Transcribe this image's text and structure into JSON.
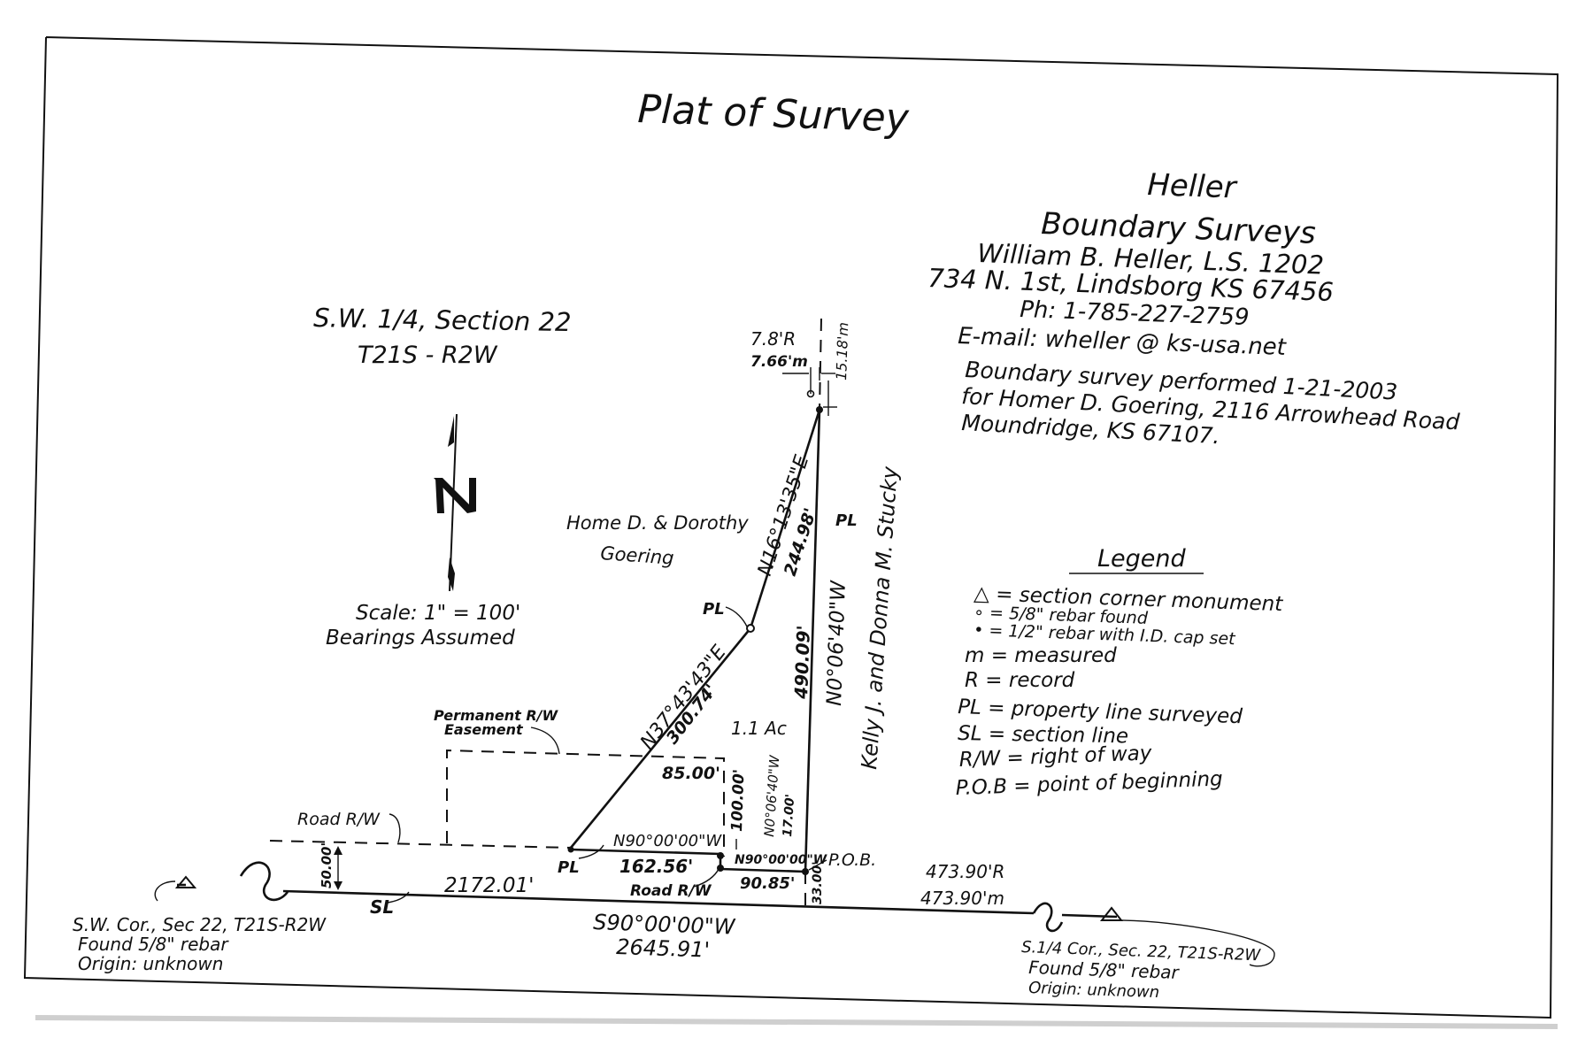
{
  "title": "Plat of Survey",
  "company": {
    "name_line1": "Heller",
    "name_line2": "Boundary Surveys",
    "surveyor": "William B. Heller, L.S. 1202",
    "address": "734 N. 1st, Lindsborg KS 67456",
    "phone": "Ph: 1-785-227-2759",
    "email": "E-mail: wheller @ ks-usa.net"
  },
  "survey_note": {
    "line1": "Boundary survey performed 1-21-2003",
    "line2": "for Homer D. Goering, 2116 Arrowhead Road",
    "line3": "Moundridge, KS 67107."
  },
  "location": {
    "line1": "S.W. 1/4, Section 22",
    "line2": "T21S - R2W"
  },
  "scale": {
    "line1": "Scale: 1\" = 100'",
    "line2": "Bearings Assumed"
  },
  "legend": {
    "title": "Legend",
    "items": [
      "△ = section corner monument",
      "∘ = 5/8\" rebar found",
      "• = 1/2\" rebar with I.D. cap set",
      "m = measured",
      "R = record",
      "PL = property line surveyed",
      "SL = section line",
      "R/W = right of way",
      "P.O.B = point of beginning"
    ]
  },
  "owners": {
    "west_line1": "Home D. & Dorothy",
    "west_line2": "Goering",
    "east": "Kelly J. and Donna M. Stucky"
  },
  "labels": {
    "area": "1.1 Ac",
    "permanent_rw": "Permanent R/W",
    "easement": "Easement",
    "road_rw_left": "Road R/W",
    "road_rw_bottom": "Road R/W",
    "pob": "P.O.B.",
    "pl": "PL",
    "sl": "SL",
    "sw_corner_line1": "S.W. Cor., Sec 22, T21S-R2W",
    "sw_corner_line2": "Found 5/8\" rebar",
    "sw_corner_line3": "Origin: unknown",
    "s_quarter_line1": "S.1/4 Cor., Sec. 22, T21S-R2W",
    "s_quarter_line2": "Found 5/8\" rebar",
    "s_quarter_line3": "Origin: unknown"
  },
  "dimensions": {
    "nw_bearing": "N16°13'35\"E",
    "nw_distance": "244.98'",
    "sw_bearing": "N37°43'43\"E",
    "sw_distance": "300.74'",
    "east_bearing": "N0°06'40\"W",
    "east_distance": "490.09'",
    "south_bearing": "N90°00'00\"W",
    "south_distance": "162.56'",
    "jog_bearing": "N90°00'00\"W",
    "jog_distance": "90.85'",
    "jog_north_bearing": "N0°06'40\"W",
    "jog_north_distance": "17.00'",
    "easement_width": "85.00'",
    "easement_height": "100.00'",
    "road_width": "50.00'",
    "road_half_width": "33.00'",
    "section_west": "2172.01'",
    "section_bearing": "S90°00'00\"W",
    "section_total": "2645.91'",
    "east_record": "473.90'R",
    "east_measured": "473.90'm",
    "top_record": "7.8'R",
    "top_measured": "7.66'm",
    "top_north": "15.18'm"
  }
}
